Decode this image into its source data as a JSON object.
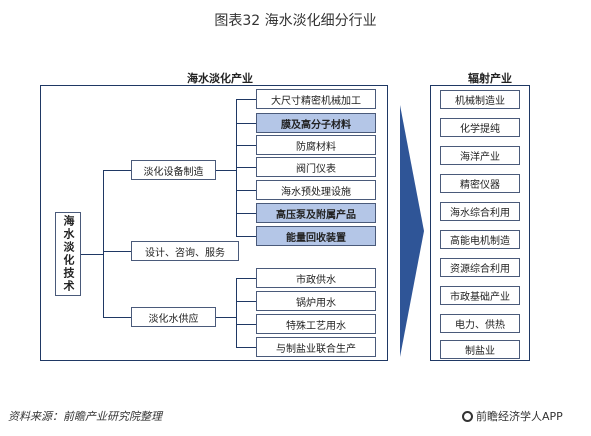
{
  "title": "图表32 海水淡化细分行业",
  "left_header": "海水淡化产业",
  "right_header": "辐射产业",
  "root_label": "海水淡化技术",
  "branches": [
    {
      "label": "淡化设备制造"
    },
    {
      "label": "设计、咨询、服务"
    },
    {
      "label": "淡化水供应"
    }
  ],
  "equipment_items": [
    {
      "label": "大尺寸精密机械加工",
      "highlight": false
    },
    {
      "label": "膜及高分子材料",
      "highlight": true
    },
    {
      "label": "防腐材料",
      "highlight": false
    },
    {
      "label": "阀门仪表",
      "highlight": false
    },
    {
      "label": "海水预处理设施",
      "highlight": false
    },
    {
      "label": "高压泵及附属产品",
      "highlight": true
    },
    {
      "label": "能量回收装置",
      "highlight": true
    }
  ],
  "supply_items": [
    {
      "label": "市政供水"
    },
    {
      "label": "锅炉用水"
    },
    {
      "label": "特殊工艺用水"
    },
    {
      "label": "与制盐业联合生产"
    }
  ],
  "radiation_items": [
    {
      "label": "机械制造业"
    },
    {
      "label": "化学提纯"
    },
    {
      "label": "海洋产业"
    },
    {
      "label": "精密仪器"
    },
    {
      "label": "海水综合利用"
    },
    {
      "label": "高能电机制造"
    },
    {
      "label": "资源综合利用"
    },
    {
      "label": "市政基础产业"
    },
    {
      "label": "电力、供热"
    },
    {
      "label": "制盐业"
    }
  ],
  "source": "资料来源：前瞻产业研究院整理",
  "brand": "前瞻经济学人APP",
  "colors": {
    "frame": "#1f3864",
    "highlight": "#b4c6e7",
    "arrow": "#2f5597"
  }
}
